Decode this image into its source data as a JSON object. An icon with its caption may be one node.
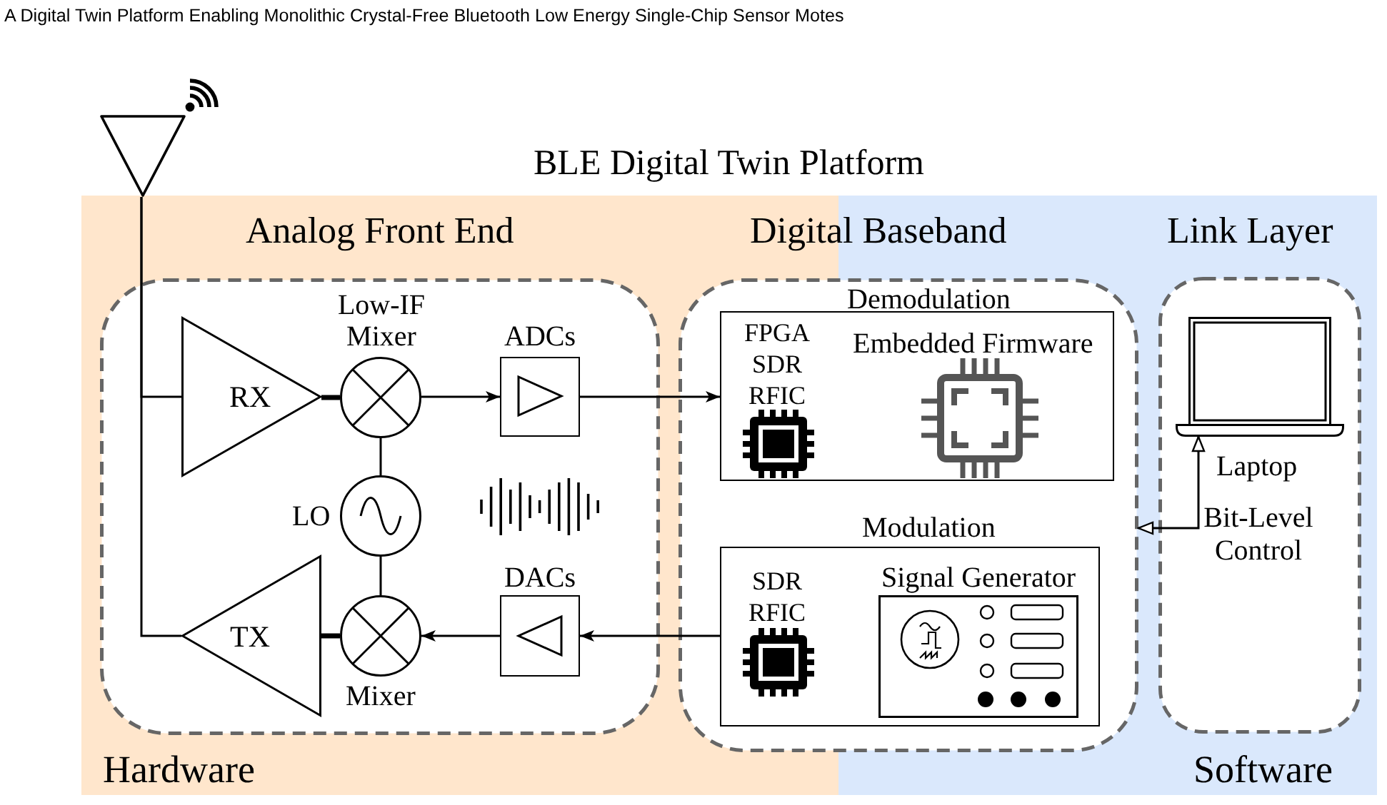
{
  "diagram": {
    "title": "BLE Digital Twin Platform",
    "nodes": [
      {
        "text": [],
        "shape": "triangle"
      },
      {
        "text": [
          "Analog Front End"
        ]
      },
      {
        "text": [
          "RX"
        ],
        "in": 1
      },
      {
        "text": [
          "Low-IF Mixer"
        ],
        "in": 1
      },
      {
        "text": [
          "ADCs"
        ],
        "in": 1
      },
      {
        "text": [
          "LO"
        ],
        "in": 1
      },
      {
        "text": [
          "TX"
        ],
        "in": 1
      },
      {
        "text": [
          "Mixer"
        ],
        "in": 1
      },
      {
        "text": [
          "DACs"
        ],
        "in": 1
      },
      {
        "text": [
          "Digital Baseband"
        ]
      },
      {
        "text": [
          "Demodulation",
          "FPGA SDR RFIC",
          "Embedded Firmware"
        ],
        "in": 9
      },
      {
        "text": [
          "Modulation",
          "SDR RFIC",
          "Signal Generator"
        ],
        "in": 9
      },
      {
        "text": [
          "Link Layer"
        ]
      },
      {
        "text": [],
        "shape": "picture",
        "beside": [
          "Laptop"
        ],
        "in": 12
      }
    ],
    "edges": [
      {
        "from": 0,
        "to": 2,
        "arrow": "none"
      },
      {
        "from": 6,
        "to": 0,
        "arrow": "none"
      },
      {
        "from": 2,
        "to": 3,
        "arrow": "none",
        "style": "thick"
      },
      {
        "from": 3,
        "to": 4,
        "arrow": "to"
      },
      {
        "from": 5,
        "to": 3,
        "arrow": "none"
      },
      {
        "from": 5,
        "to": 7,
        "arrow": "none"
      },
      {
        "from": 7,
        "to": 6,
        "arrow": "none",
        "style": "thick"
      },
      {
        "from": 8,
        "to": 7,
        "arrow": "to"
      },
      {
        "from": 4,
        "to": 10,
        "arrow": "to"
      },
      {
        "from": 11,
        "to": 8,
        "arrow": "to"
      },
      {
        "from": 9,
        "to": 13,
        "arrow": "both",
        "label": "Bit-Level Control"
      }
    ],
    "labels": [
      "A Digital Twin Platform Enabling Monolithic Crystal-Free Bluetooth Low Energy Single-Chip Sensor Motes",
      "Hardware",
      "Software"
    ]
  }
}
